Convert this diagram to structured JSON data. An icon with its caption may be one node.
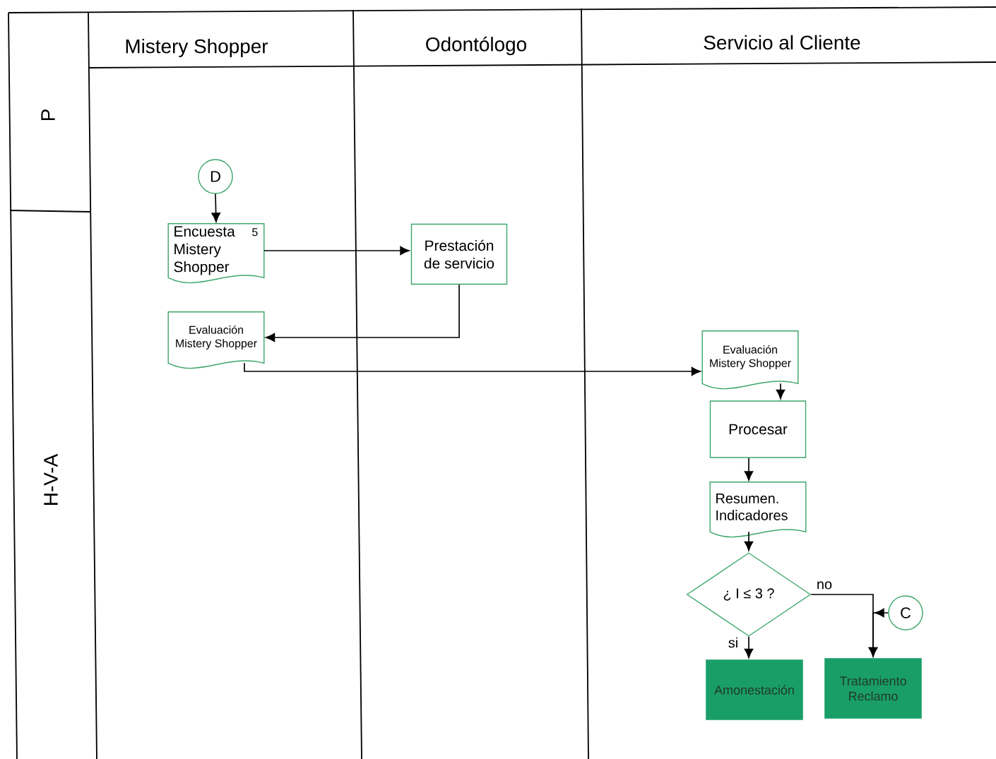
{
  "diagram": {
    "nodes": [
      {
        "text": [
          "D"
        ]
      },
      {
        "text": [
          "Encuesta Mistery Shopper",
          "5"
        ]
      },
      {
        "text": [
          "Prestación de servicio"
        ]
      },
      {
        "text": [
          "Evaluación Mistery Shopper"
        ]
      },
      {
        "text": [
          "Evaluación Mistery Shopper"
        ]
      },
      {
        "text": [
          "Procesar"
        ]
      },
      {
        "text": [
          "Resumen. Indicadores"
        ]
      },
      {
        "text": [
          "¿ I ≤ 3 ?"
        ]
      },
      {
        "text": [
          "Amonestación"
        ]
      },
      {
        "text": [
          "Tratamiento Reclamo"
        ]
      },
      {
        "text": [
          "C"
        ]
      }
    ],
    "edges": [
      {
        "from": 0,
        "to": 1,
        "arrow": "to"
      },
      {
        "from": 1,
        "to": 2,
        "arrow": "to"
      },
      {
        "from": 2,
        "to": 3,
        "arrow": "to"
      },
      {
        "from": 3,
        "to": 4,
        "arrow": "to"
      },
      {
        "from": 4,
        "to": 5,
        "arrow": "to"
      },
      {
        "from": 5,
        "to": 6,
        "arrow": "to"
      },
      {
        "from": 6,
        "to": 7,
        "arrow": "to"
      },
      {
        "from": 7,
        "to": 8,
        "arrow": "to",
        "label": "si"
      },
      {
        "from": 7,
        "to": 9,
        "arrow": "to",
        "label": "no"
      },
      {
        "from": 10,
        "to": 9,
        "arrow": "to"
      }
    ],
    "labels": [
      "Mistery Shopper",
      "Odontólogo",
      "Servicio al Cliente",
      "P",
      "H-V-A"
    ]
  }
}
